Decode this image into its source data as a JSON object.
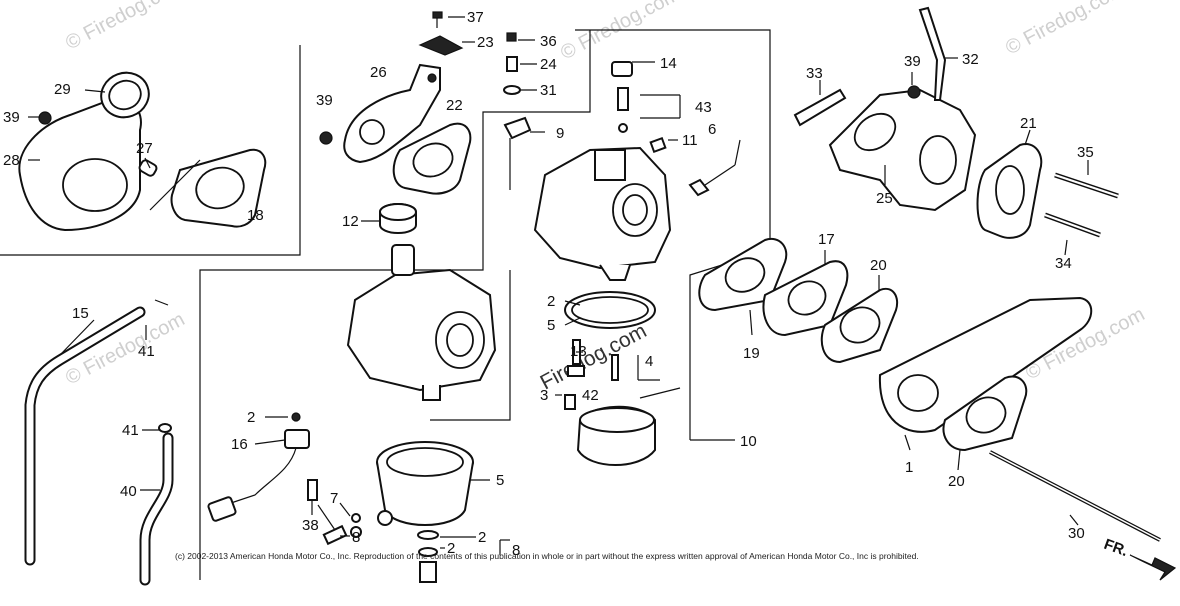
{
  "diagram": {
    "copyright": "(c) 2002-2013 American Honda Motor Co., Inc. Reproduction of the contents of this publication in whole or in part without the express written approval of American Honda Motor Co., Inc is prohibited.",
    "watermark": "© Firedog.com",
    "watermark_center": "Firedog.com",
    "front_marker": "FR.",
    "callouts": [
      "37",
      "23",
      "36",
      "24",
      "31",
      "14",
      "43",
      "11",
      "6",
      "9",
      "26",
      "22",
      "39",
      "29",
      "39",
      "28",
      "27",
      "18",
      "12",
      "2",
      "5",
      "13",
      "3",
      "42",
      "4",
      "15",
      "41",
      "41",
      "40",
      "2",
      "16",
      "7",
      "38",
      "8",
      "2",
      "8",
      "2",
      "5",
      "10",
      "19",
      "17",
      "20",
      "1",
      "20",
      "30",
      "33",
      "39",
      "32",
      "25",
      "21",
      "35",
      "34"
    ]
  }
}
